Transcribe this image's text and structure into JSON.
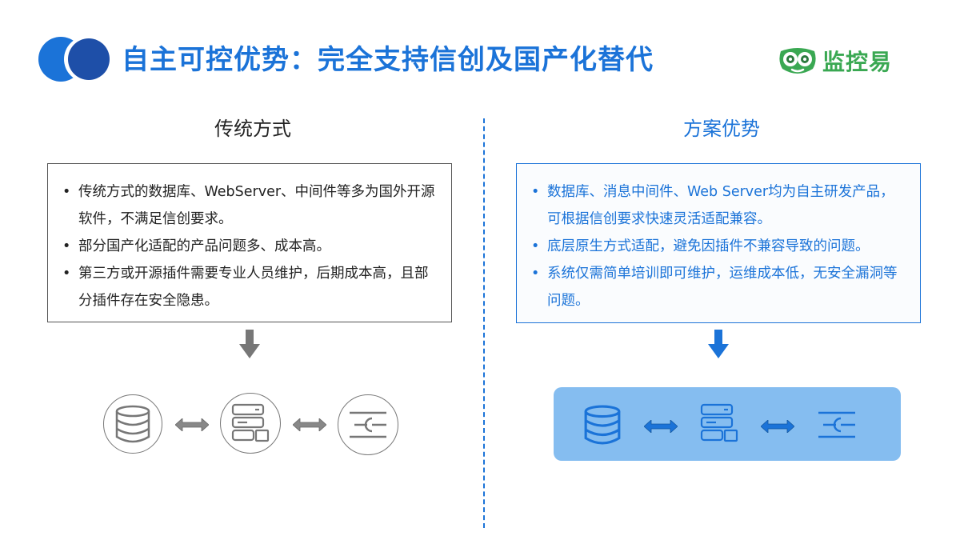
{
  "header": {
    "title": "自主可控优势：完全支持信创及国产化替代",
    "brand_name": "监控易",
    "accent_color": "#1b73d8",
    "brand_color": "#3aa852"
  },
  "left_column": {
    "heading": "传统方式",
    "items": [
      "传统方式的数据库、WebServer、中间件等多为国外开源软件，不满足信创要求。",
      "部分国产化适配的产品问题多、成本高。",
      "第三方或开源插件需要专业人员维护，后期成本高，且部分插件存在安全隐患。"
    ]
  },
  "right_column": {
    "heading": "方案优势",
    "items": [
      "数据库、消息中间件、Web Server均为自主研发产品，可根据信创要求快速灵活适配兼容。",
      "底层原生方式适配，避免因插件不兼容导致的问题。",
      "系统仅需简单培训即可维护，运维成本低，无安全漏洞等问题。"
    ],
    "panel_color": "#85bdf0"
  },
  "icons": {
    "database": "database-icon",
    "server": "server-icon",
    "middleware": "middleware-icon",
    "arrow": "double-arrow-icon"
  }
}
